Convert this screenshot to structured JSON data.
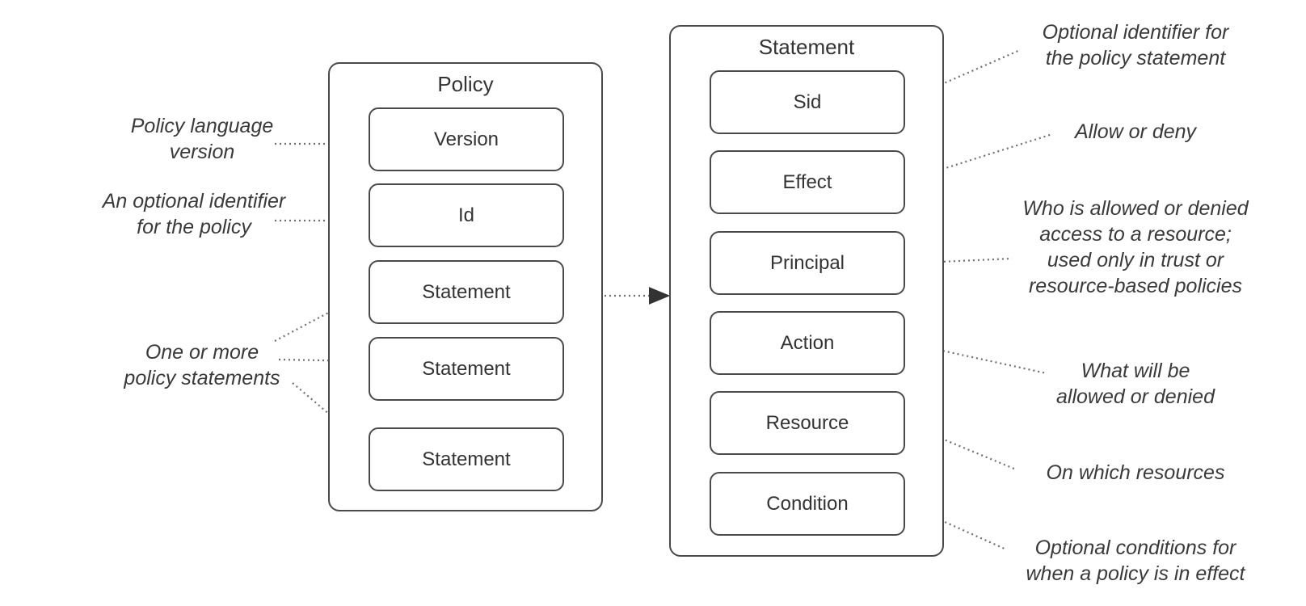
{
  "policy": {
    "title": "Policy",
    "fields": [
      "Version",
      "Id",
      "Statement",
      "Statement",
      "Statement"
    ]
  },
  "statement": {
    "title": "Statement",
    "fields": [
      "Sid",
      "Effect",
      "Principal",
      "Action",
      "Resource",
      "Condition"
    ]
  },
  "annotations": {
    "version": [
      "Policy language",
      "version"
    ],
    "id": [
      "An optional identifier",
      "for the policy"
    ],
    "statements": [
      "One or more",
      "policy statements"
    ],
    "sid": [
      "Optional identifier for",
      "the policy statement"
    ],
    "effect": [
      "Allow or deny"
    ],
    "principal": [
      "Who is allowed or denied",
      "access to a resource;",
      "used only in trust or",
      "resource-based policies"
    ],
    "action": [
      "What will be",
      "allowed or denied"
    ],
    "resource": [
      "On which resources"
    ],
    "condition": [
      "Optional conditions for",
      "when a policy is in effect"
    ]
  },
  "colors": {
    "line": "#6e6e6e",
    "border": "#4a4a4a",
    "text": "#333333"
  }
}
